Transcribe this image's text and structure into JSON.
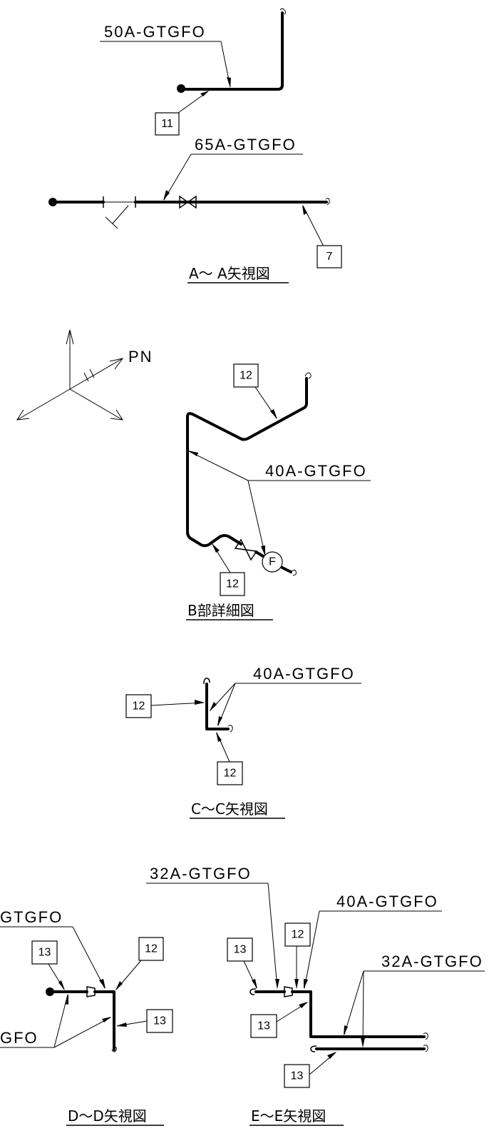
{
  "colors": {
    "ink": "#000000",
    "background": "#ffffff"
  },
  "views": {
    "aa": {
      "title": "A～ A矢視図",
      "label1": "50A-GTGFO",
      "label2": "65A-GTGFO",
      "tags": [
        "11",
        "7"
      ]
    },
    "bb": {
      "title": "B部詳細図",
      "label1": "40A-GTGFO",
      "tags": [
        "12",
        "12"
      ],
      "instrument": "F",
      "axis": "PN"
    },
    "cc": {
      "title": "C～C矢視図",
      "label1": "40A-GTGFO",
      "tags": [
        "12",
        "12"
      ]
    },
    "dd": {
      "title": "D～D矢視図",
      "label_top": "GTGFO",
      "label_bottom": "GFO",
      "tags": [
        "13",
        "12",
        "13"
      ]
    },
    "ee": {
      "title": "E～E矢視図",
      "label_a": "32A-GTGFO",
      "label_b": "40A-GTGFO",
      "label_c": "32A-GTGFO",
      "tags": [
        "12",
        "13",
        "13",
        "13"
      ]
    }
  }
}
